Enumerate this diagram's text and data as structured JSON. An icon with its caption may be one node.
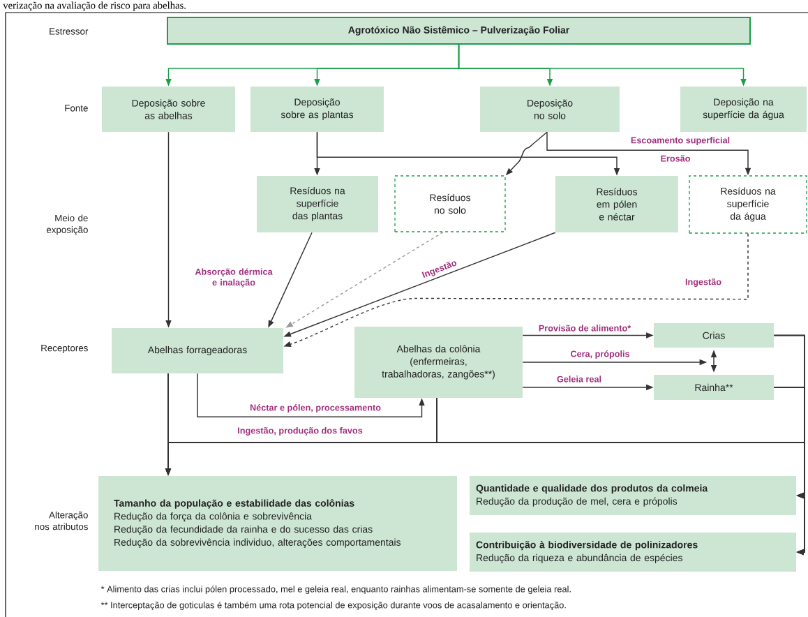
{
  "diagram": {
    "title": "verização na avaliação de risco para abelhas.",
    "nodes": [
      {
        "text": [
          "Agrotóxico Não Sistêmico – Pulverização Foliar"
        ]
      },
      {
        "text": [
          "Deposição sobre as abelhas"
        ]
      },
      {
        "text": [
          "Deposição sobre as plantas"
        ]
      },
      {
        "text": [
          "Deposição no solo"
        ]
      },
      {
        "text": [
          "Deposição na superfície da água"
        ]
      },
      {
        "text": [
          "Resíduos na superfície das plantas"
        ]
      },
      {
        "text": [
          "Resíduos no solo"
        ]
      },
      {
        "text": [
          "Resíduos em pólen e néctar"
        ]
      },
      {
        "text": [
          "Resíduos na superfície da água"
        ]
      },
      {
        "text": [
          "Abelhas forrageadoras"
        ]
      },
      {
        "text": [
          "Abelhas da colônia (enfermeiras, trabalhadoras, zangões**)"
        ]
      },
      {
        "text": [
          "Crias"
        ]
      },
      {
        "text": [
          "Rainha**"
        ]
      },
      {
        "text": [
          "Tamanho da população e estabilidade das colônias",
          "Redução da força da colônia e sobrevivência",
          "Redução da fecundidade da rainha e do sucesso das crias",
          "Redução da sobrevivência individuo, alterações comportamentais"
        ]
      },
      {
        "text": [
          "Quantidade e qualidade dos produtos da colmeia",
          "Redução da produção de mel, cera e própolis"
        ]
      },
      {
        "text": [
          "Contribuição à biodiversidade de polinizadores",
          "Redução da riqueza e abundância de espécies"
        ]
      }
    ],
    "edges": [
      {
        "from": 0,
        "to": 1,
        "arrow": "to",
        "color": "#1a9e49"
      },
      {
        "from": 0,
        "to": 2,
        "arrow": "to",
        "color": "#1a9e49"
      },
      {
        "from": 0,
        "to": 3,
        "arrow": "to",
        "color": "#1a9e49"
      },
      {
        "from": 0,
        "to": 4,
        "arrow": "to",
        "color": "#1a9e49"
      },
      {
        "from": 1,
        "to": 9,
        "arrow": "to"
      },
      {
        "from": 2,
        "to": 5,
        "arrow": "to"
      },
      {
        "from": 2,
        "to": 7,
        "arrow": "to"
      },
      {
        "from": 3,
        "to": 6,
        "arrow": "to"
      },
      {
        "from": 3,
        "to": 8,
        "arrow": "to",
        "label": "Escoamento superficial"
      },
      {
        "from": 5,
        "to": 9,
        "arrow": "to",
        "label": "Absorção dérmica e inalação"
      },
      {
        "from": 6,
        "to": 9,
        "arrow": "to",
        "style": "dashed",
        "color": "#999999"
      },
      {
        "from": 7,
        "to": 9,
        "arrow": "to",
        "label": "Ingestão"
      },
      {
        "from": 8,
        "to": 9,
        "arrow": "to",
        "style": "dashed",
        "label": "Ingestão"
      },
      {
        "from": 9,
        "to": 10,
        "arrow": "to",
        "label": "Néctar e pólen, processamento"
      },
      {
        "from": 10,
        "to": 11,
        "arrow": "to",
        "label": "Provisão de alimento*"
      },
      {
        "from": 10,
        "to": null,
        "arrow": "to",
        "label": "Cera, própolis"
      },
      {
        "from": 10,
        "to": 12,
        "arrow": "to",
        "label": "Geleia real"
      },
      {
        "from": 11,
        "to": 12,
        "arrow": "both"
      },
      {
        "from": 9,
        "to": 13,
        "arrow": "to"
      },
      {
        "from": 9,
        "to": 14,
        "arrow": "to",
        "label": "Ingestão, produção dos favos"
      },
      {
        "from": 9,
        "to": 15,
        "arrow": "to"
      },
      {
        "from": 10,
        "to": 13,
        "arrow": "to"
      },
      {
        "from": 10,
        "to": 14,
        "arrow": "to"
      },
      {
        "from": 10,
        "to": 15,
        "arrow": "to"
      },
      {
        "from": 11,
        "to": 13,
        "arrow": "to"
      },
      {
        "from": 11,
        "to": 14,
        "arrow": "to"
      },
      {
        "from": 11,
        "to": 15,
        "arrow": "to"
      },
      {
        "from": 12,
        "to": 13,
        "arrow": "to"
      },
      {
        "from": 12,
        "to": 14,
        "arrow": "to"
      },
      {
        "from": 12,
        "to": 15,
        "arrow": "to"
      }
    ],
    "labels": [
      "Estressor",
      "Fonte",
      "Erosão",
      "Meio de exposição",
      "Receptores",
      "Alteração nos atributos",
      "*   Alimento das crias inclui pólen processado, mel e geleia real, enquanto rainhas alimentam-se somente de geleia real.",
      "** Interceptação de goticulas é também uma rota potencial de exposição durante voos de acasalamento e orientação."
    ]
  }
}
